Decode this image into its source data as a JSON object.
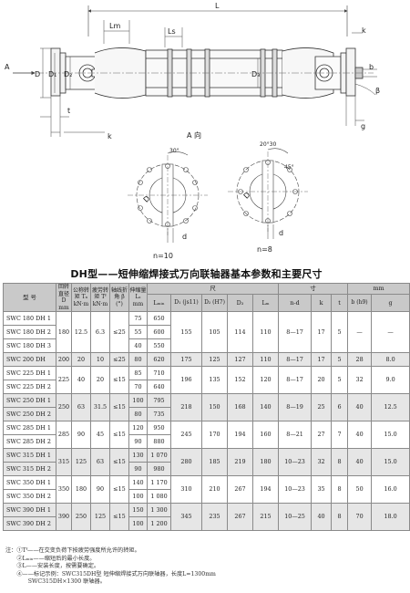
{
  "drawing": {
    "dim_L": "L",
    "dim_Lm": "Lm",
    "dim_Ls": "Ls",
    "dim_k": "k",
    "dim_b": "b",
    "dim_g": "g",
    "dim_D": "D",
    "dim_D1": "D₁",
    "dim_D2": "D₂",
    "dim_D3": "D₃",
    "dim_beta": "β",
    "arrow_A": "A",
    "view_A": "A 向",
    "angle1": "30°",
    "angle2": "20°30",
    "angle3": "45°",
    "flange1_D": "D",
    "flange1_d": "d",
    "flange2_D": "D",
    "flange2_d": "d",
    "n10": "n=10",
    "n8": "n=8"
  },
  "table": {
    "title": "DH型——短伸缩焊接式万向联轴器基本参数和主要尺寸",
    "headers": {
      "model": "型  号",
      "rotary_dia": "回转直径 D mm",
      "nominal_torque": "公称转矩 Tₙ kN·m",
      "fatigue_torque": "疲劳转矩 Tᶠ kN·m",
      "shaft_angle": "轴线折角 β (°)",
      "stretch": "伸缩量 Lₛ mm",
      "size": "尺",
      "size2": "寸",
      "mm": "mm",
      "Lmin": "Lₘᵢₙ",
      "D1": "D₁ (js11)",
      "D2": "D₂ (H7)",
      "D3": "D₃",
      "Lm": "Lₘ",
      "nd": "n-d",
      "k": "k",
      "t": "t",
      "b": "b (h9)",
      "g": "g"
    },
    "rows": [
      {
        "model": "SWC 180 DH 1",
        "D": "180",
        "Tn": "12.5",
        "Tf": "6.3",
        "beta": "≤25",
        "Ls": "75",
        "Lmin": "650",
        "D1": "155",
        "D2": "105",
        "D3": "114",
        "Lm": "110",
        "nd": "8—17",
        "k": "17",
        "t": "5",
        "b": "—",
        "g": "—"
      },
      {
        "model": "SWC 180 DH 2",
        "Ls": "55",
        "Lmin": "600"
      },
      {
        "model": "SWC 180 DH 3",
        "Ls": "40",
        "Lmin": "550"
      },
      {
        "model": "SWC 200 DH",
        "D": "200",
        "Tn": "20",
        "Tf": "10",
        "beta": "≤25",
        "Ls": "80",
        "Lmin": "620",
        "D1": "175",
        "D2": "125",
        "D3": "127",
        "Lm": "110",
        "nd": "8—17",
        "k": "17",
        "t": "5",
        "b": "28",
        "g": "8.0"
      },
      {
        "model": "SWC 225 DH 1",
        "D": "225",
        "Tn": "40",
        "Tf": "20",
        "beta": "≤15",
        "Ls": "85",
        "Lmin": "710",
        "D1": "196",
        "D2": "135",
        "D3": "152",
        "Lm": "120",
        "nd": "8—17",
        "k": "20",
        "t": "5",
        "b": "32",
        "g": "9.0"
      },
      {
        "model": "SWC 225 DH 2",
        "Ls": "70",
        "Lmin": "640"
      },
      {
        "model": "SWC 250 DH 1",
        "D": "250",
        "Tn": "63",
        "Tf": "31.5",
        "beta": "≤15",
        "Ls": "100",
        "Lmin": "795",
        "D1": "218",
        "D2": "150",
        "D3": "168",
        "Lm": "140",
        "nd": "8—19",
        "k": "25",
        "t": "6",
        "b": "40",
        "g": "12.5"
      },
      {
        "model": "SWC 250 DH 2",
        "Ls": "80",
        "Lmin": "735"
      },
      {
        "model": "SWC 285 DH 1",
        "D": "285",
        "Tn": "90",
        "Tf": "45",
        "beta": "≤15",
        "Ls": "120",
        "Lmin": "950",
        "D1": "245",
        "D2": "170",
        "D3": "194",
        "Lm": "160",
        "nd": "8—21",
        "k": "27",
        "t": "7",
        "b": "40",
        "g": "15.0"
      },
      {
        "model": "SWC 285 DH 2",
        "Ls": "90",
        "Lmin": "880"
      },
      {
        "model": "SWC 315 DH 1",
        "D": "315",
        "Tn": "125",
        "Tf": "63",
        "beta": "≤15",
        "Ls": "130",
        "Lmin": "1 070",
        "D1": "280",
        "D2": "185",
        "D3": "219",
        "Lm": "180",
        "nd": "10—23",
        "k": "32",
        "t": "8",
        "b": "40",
        "g": "15.0"
      },
      {
        "model": "SWC 315 DH 2",
        "Ls": "90",
        "Lmin": "980"
      },
      {
        "model": "SWC 350 DH 1",
        "D": "350",
        "Tn": "180",
        "Tf": "90",
        "beta": "≤15",
        "Ls": "140",
        "Lmin": "1 170",
        "D1": "310",
        "D2": "210",
        "D3": "267",
        "Lm": "194",
        "nd": "10—23",
        "k": "35",
        "t": "8",
        "b": "50",
        "g": "16.0"
      },
      {
        "model": "SWC 350 DH 2",
        "Ls": "100",
        "Lmin": "1 080"
      },
      {
        "model": "SWC 390 DH 1",
        "D": "390",
        "Tn": "250",
        "Tf": "125",
        "beta": "≤15",
        "Ls": "150",
        "Lmin": "1 300",
        "D1": "345",
        "D2": "235",
        "D3": "267",
        "Lm": "215",
        "nd": "10—25",
        "k": "40",
        "t": "8",
        "b": "70",
        "g": "18.0"
      },
      {
        "model": "SWC 390 DH 2",
        "Ls": "100",
        "Lmin": "1 200"
      }
    ]
  },
  "notes": [
    "注：①Tᶠ——在交变负荷下按疲劳强度所允许的转矩。",
    "　　②Lₘᵢₙ——缩短后的最小长度。",
    "　　③L——安装长度，按需要确定。",
    "　　④——标记示例：SWC315DH型 短伸缩焊接式万向联轴器，长度L=1300mm",
    "　　　　SWC315DH×1300  联轴器。"
  ]
}
